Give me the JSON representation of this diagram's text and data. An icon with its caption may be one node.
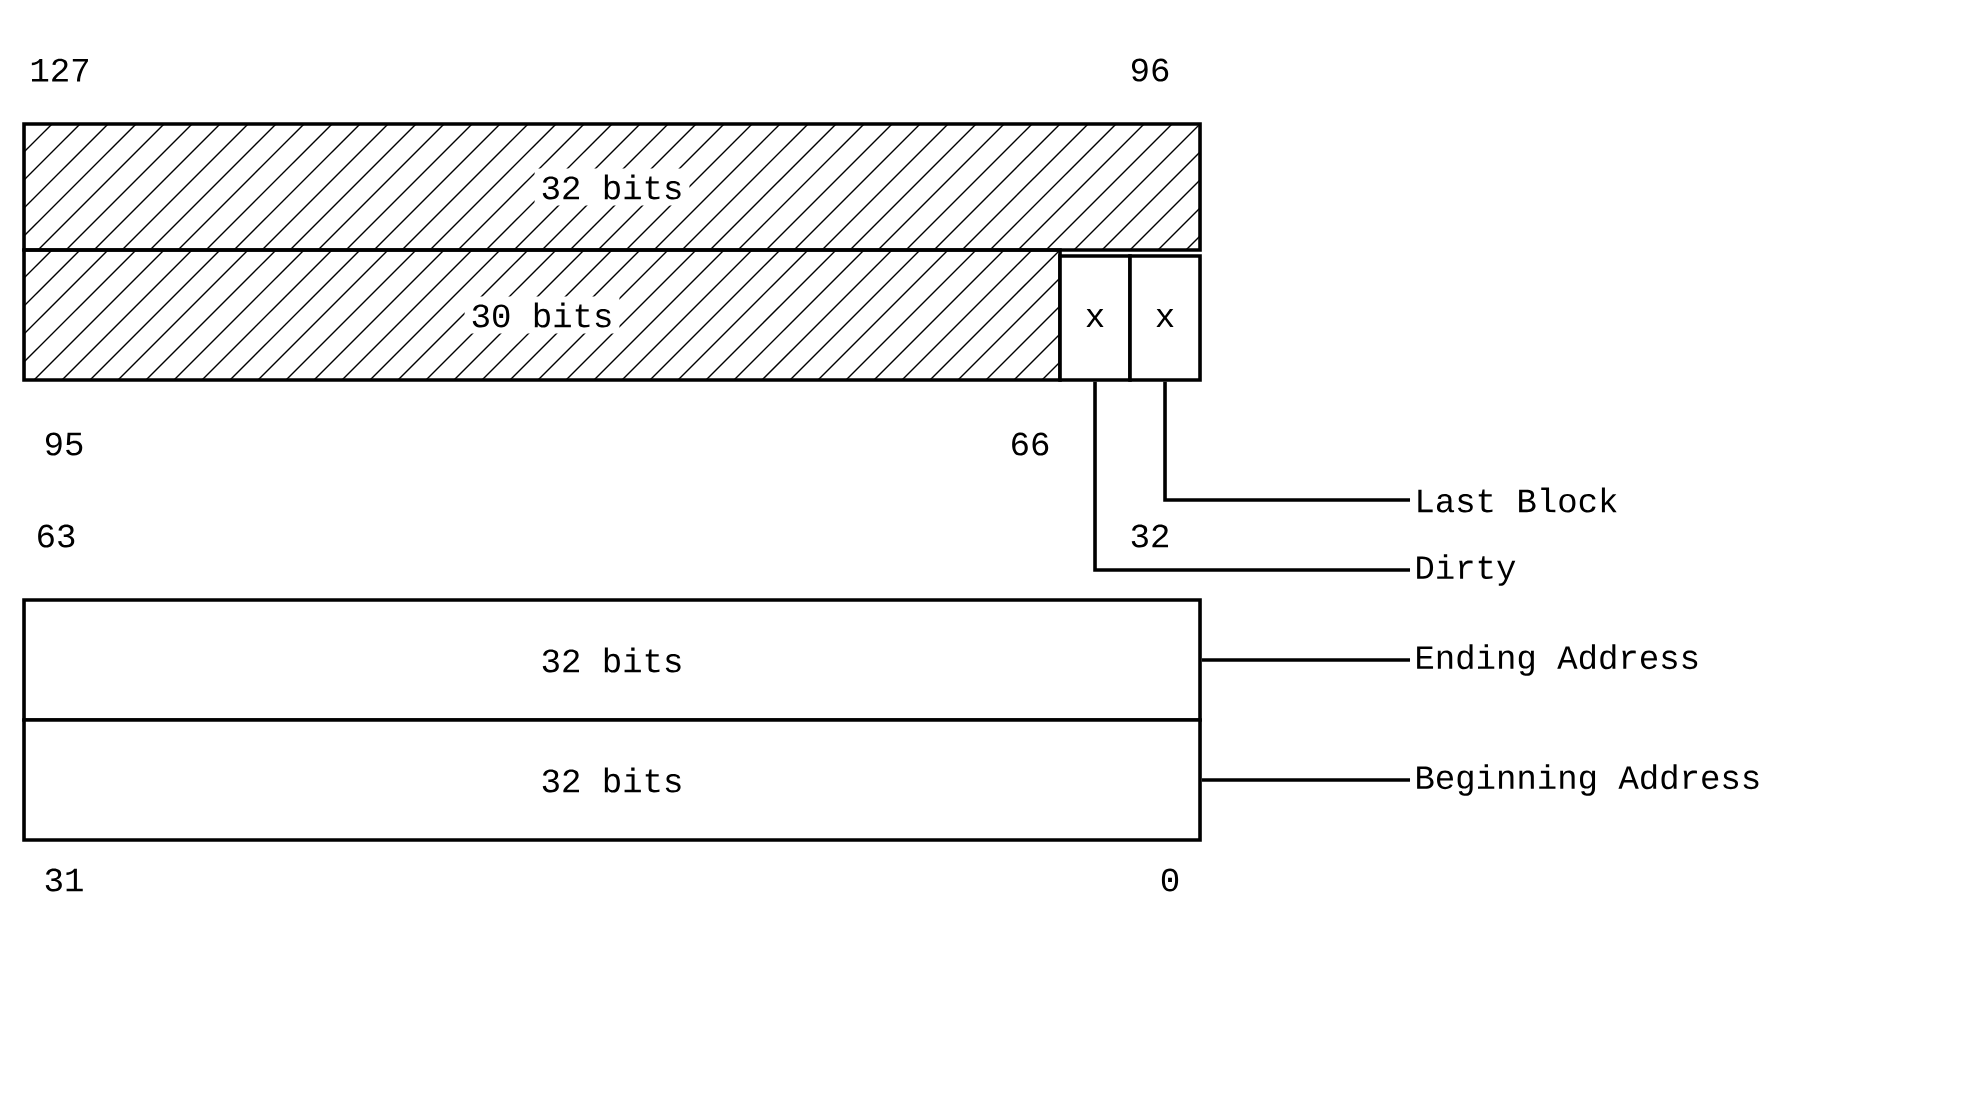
{
  "diagram": {
    "nodes": [
      {
        "text": [
          "32 bits"
        ]
      },
      {
        "text": [
          "30 bits"
        ]
      },
      {
        "text": [
          "x"
        ]
      },
      {
        "text": [
          "x"
        ]
      },
      {
        "text": [
          "Last Block"
        ]
      },
      {
        "text": [
          "Dirty"
        ]
      },
      {
        "text": [
          "32 bits"
        ]
      },
      {
        "text": [
          "32 bits"
        ]
      },
      {
        "text": [
          "Ending Address"
        ]
      },
      {
        "text": [
          "Beginning Address"
        ]
      }
    ],
    "edges": [
      {
        "from": 3,
        "to": 4,
        "arrow": "none"
      },
      {
        "from": 2,
        "to": 5,
        "arrow": "none"
      },
      {
        "from": 6,
        "to": 8,
        "arrow": "none"
      },
      {
        "from": 7,
        "to": 9,
        "arrow": "none"
      }
    ],
    "labels": [
      "127",
      "96",
      "95",
      "66",
      "63",
      "32",
      "31",
      "0"
    ]
  }
}
